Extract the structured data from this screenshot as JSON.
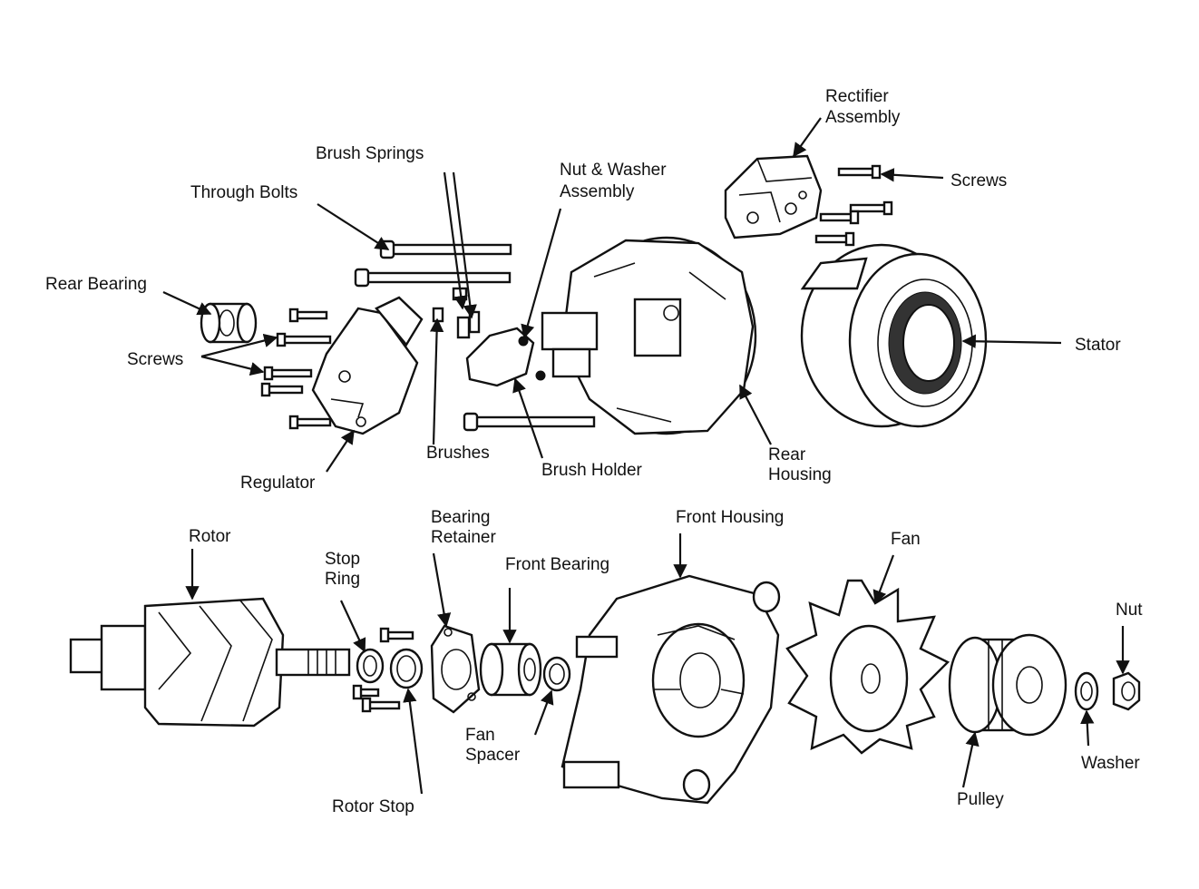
{
  "labels": {
    "rectifier_1": "Rectifier",
    "rectifier_2": "Assembly",
    "screws_top": "Screws",
    "brush_springs": "Brush Springs",
    "nut_washer_1": "Nut & Washer",
    "nut_washer_2": "Assembly",
    "through_bolts": "Through Bolts",
    "rear_bearing": "Rear Bearing",
    "screws_left": "Screws",
    "stator": "Stator",
    "brushes": "Brushes",
    "brush_holder": "Brush Holder",
    "rear_housing_1": "Rear",
    "rear_housing_2": "Housing",
    "regulator": "Regulator",
    "rotor": "Rotor",
    "stop_ring_1": "Stop",
    "stop_ring_2": "Ring",
    "bearing_retainer_1": "Bearing",
    "bearing_retainer_2": "Retainer",
    "front_bearing": "Front Bearing",
    "front_housing": "Front Housing",
    "fan": "Fan",
    "nut": "Nut",
    "fan_spacer_1": "Fan",
    "fan_spacer_2": "Spacer",
    "washer": "Washer",
    "pulley": "Pulley",
    "rotor_stop": "Rotor Stop"
  }
}
